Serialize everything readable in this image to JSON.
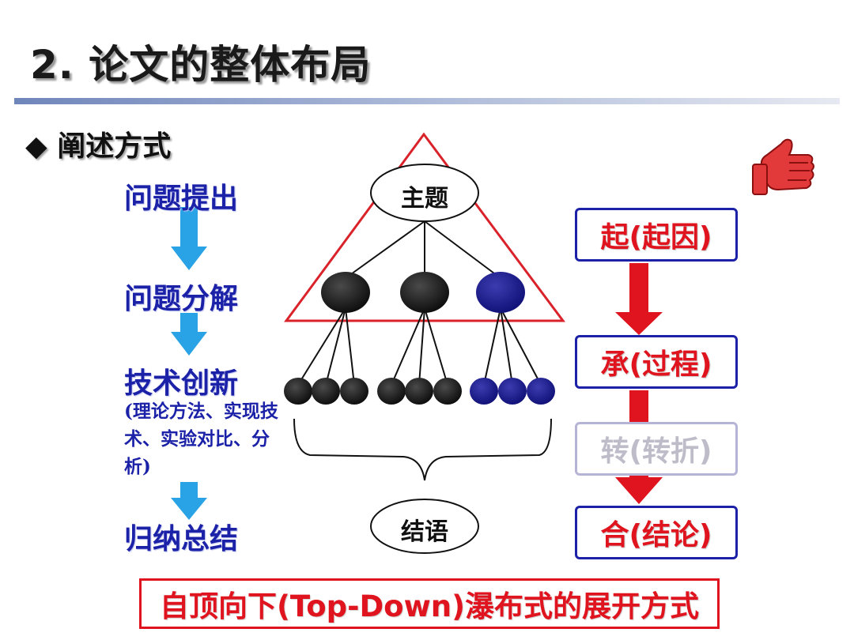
{
  "slide": {
    "title": "2. 论文的整体布局",
    "section_heading": "◆ 阐述方式"
  },
  "steps": {
    "items": [
      "问题提出",
      "问题分解",
      "技术创新",
      "归纳总结"
    ],
    "note": "(理论方法、实现技术、实验对比、分析)",
    "arrow_color": "#29a3e6"
  },
  "hierarchy": {
    "root_label": "主题",
    "conclusion_label": "结语",
    "triangle_color": "#d9222a",
    "node_colors": [
      "#1a1a1a",
      "#1a1a1a",
      "#1c1c8c"
    ]
  },
  "stages": {
    "items": [
      {
        "label": "起(起因)",
        "faded": false
      },
      {
        "label": "承(过程)",
        "faded": false
      },
      {
        "label": "转(转折)",
        "faded": true
      },
      {
        "label": "合(结论)",
        "faded": false
      }
    ],
    "arrow_color": "#e0141e"
  },
  "thumbs_up_icon": "thumbs-up-icon",
  "banner": "自顶向下(Top-Down)瀑布式的展开方式"
}
